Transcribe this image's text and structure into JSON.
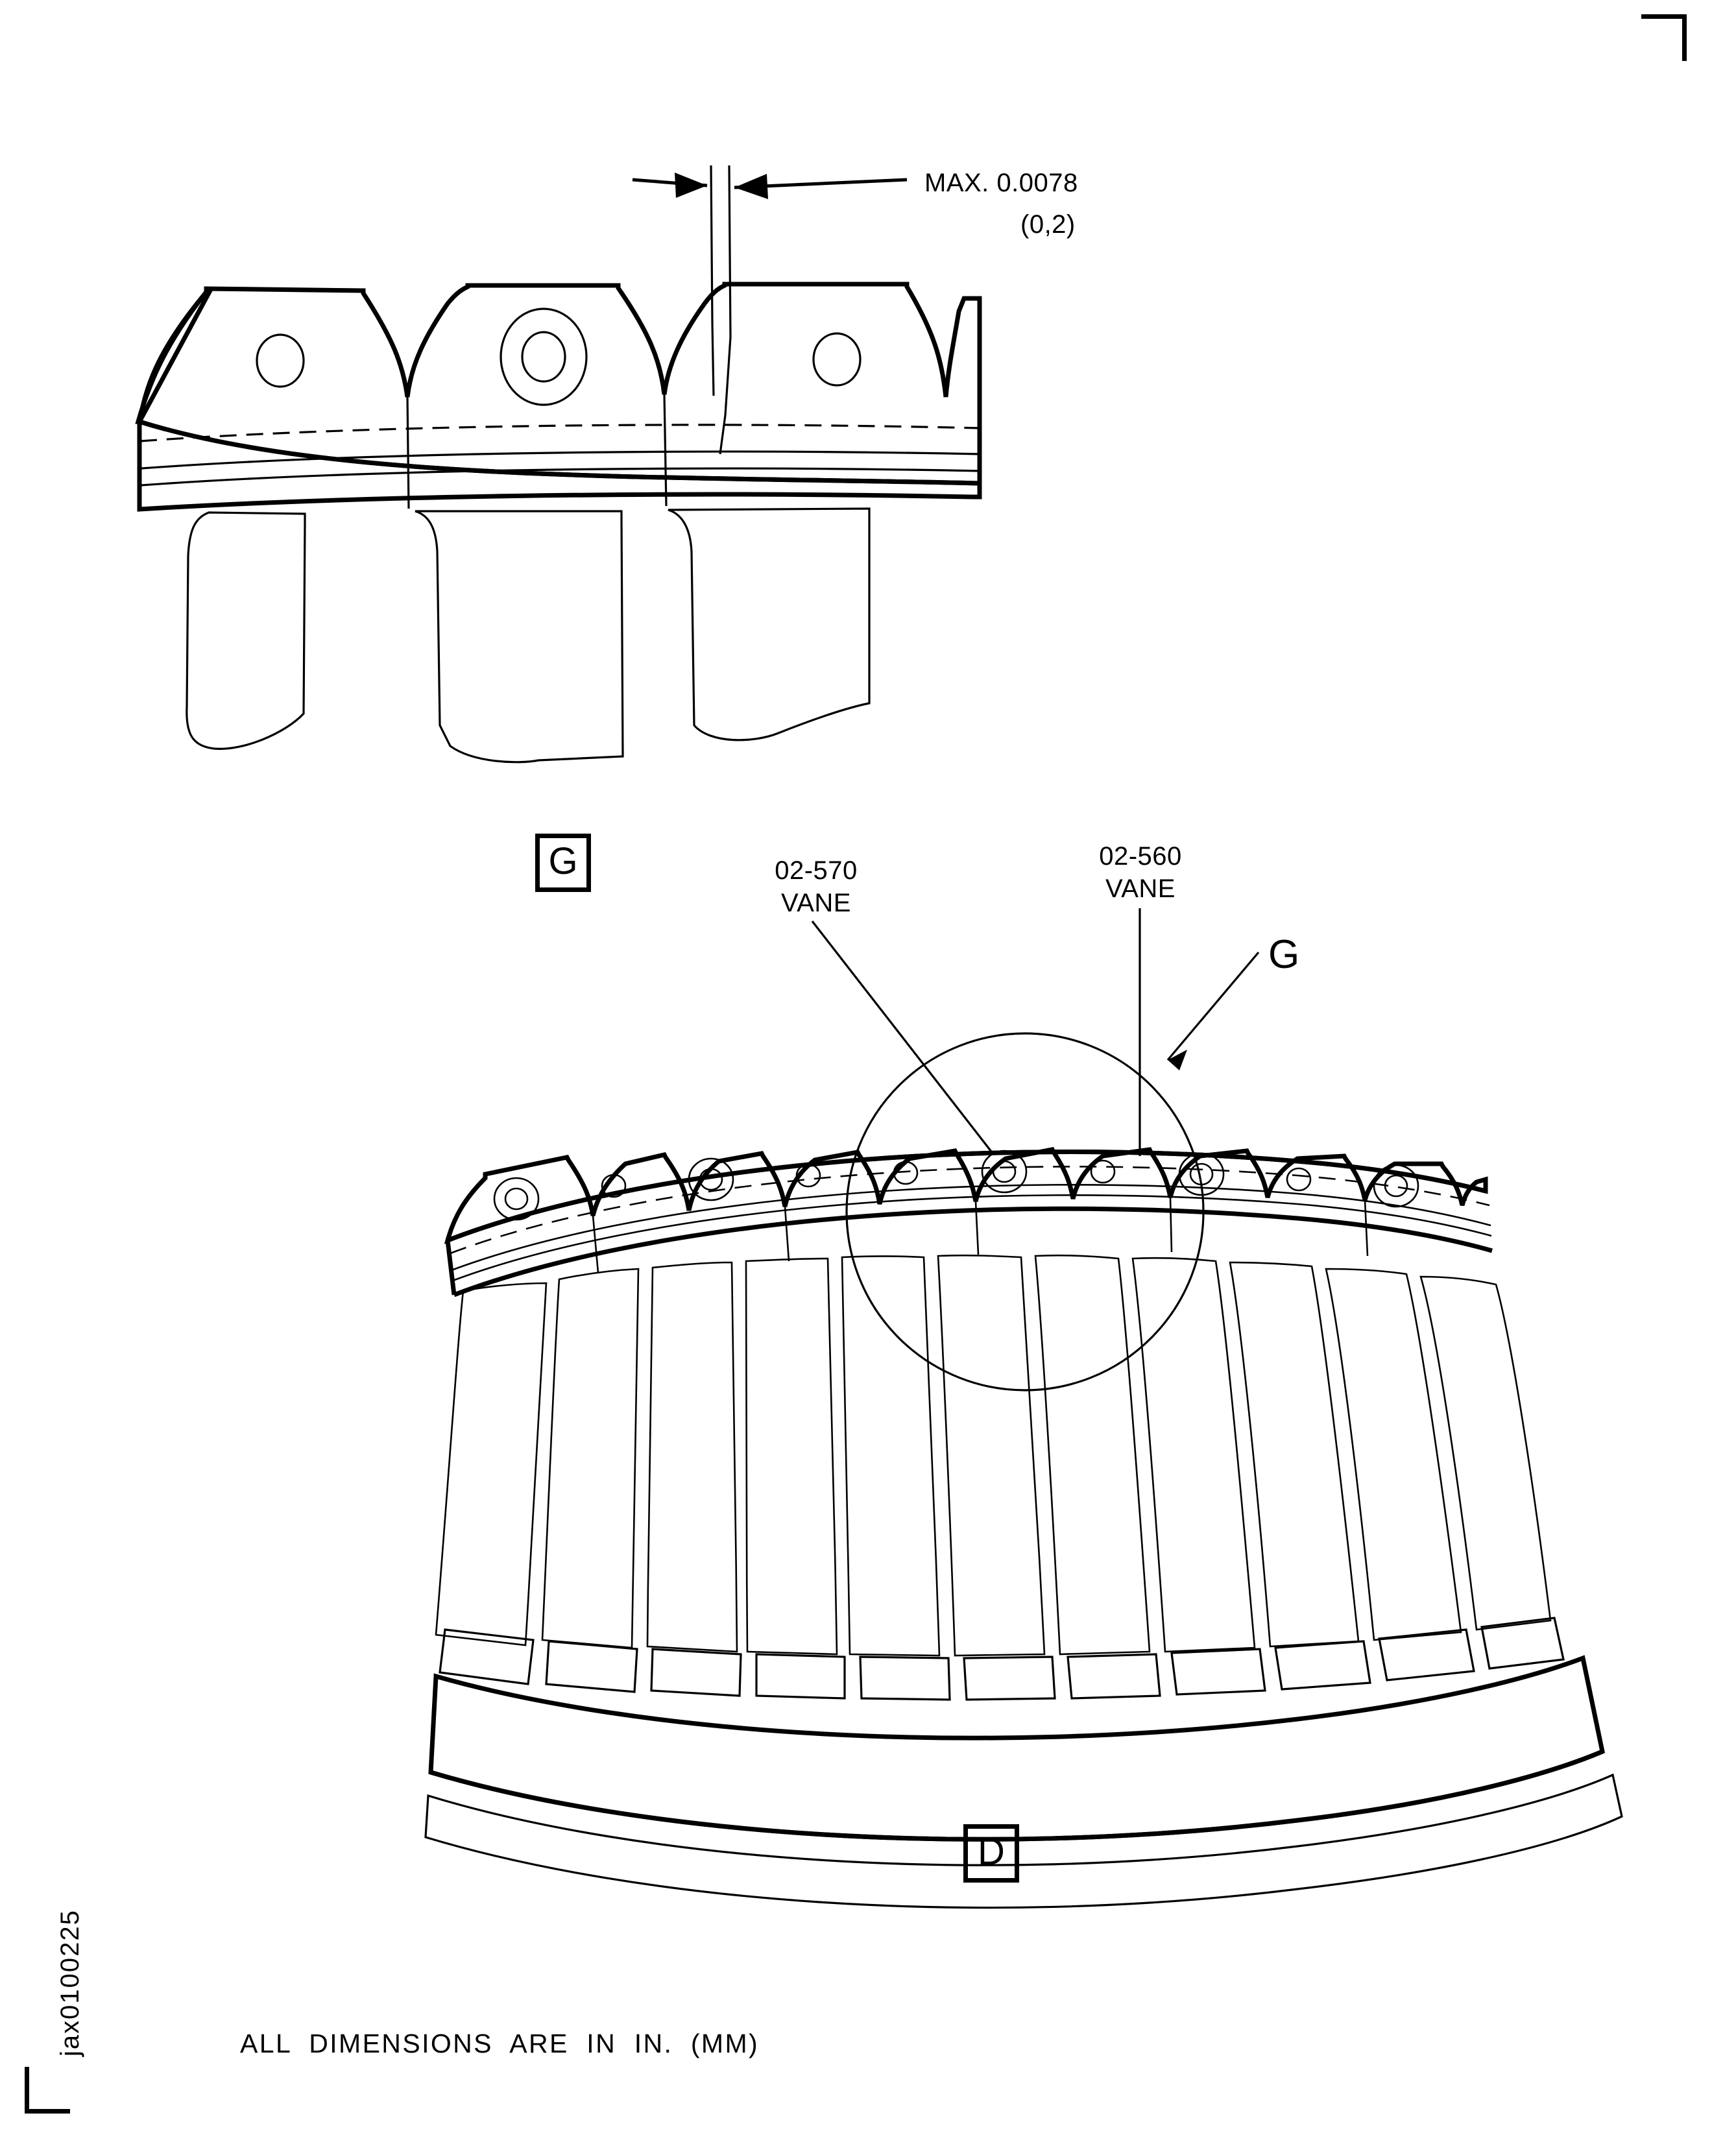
{
  "sheet": {
    "footnote": "ALL  DIMENSIONS  ARE  IN  IN.  (MM)",
    "drawing_id": "jax0100225"
  },
  "dimension": {
    "line1": "MAX. 0.0078",
    "line2": "(0,2)"
  },
  "detail_view_g": {
    "label": "G"
  },
  "detail_view_d": {
    "label": "D"
  },
  "callouts": {
    "vane_left_part": "02-570",
    "vane_left_name": "VANE",
    "vane_right_part": "02-560",
    "vane_right_name": "VANE",
    "detail_marker": "G"
  },
  "colors": {
    "ink": "#000000",
    "paper": "#ffffff"
  }
}
